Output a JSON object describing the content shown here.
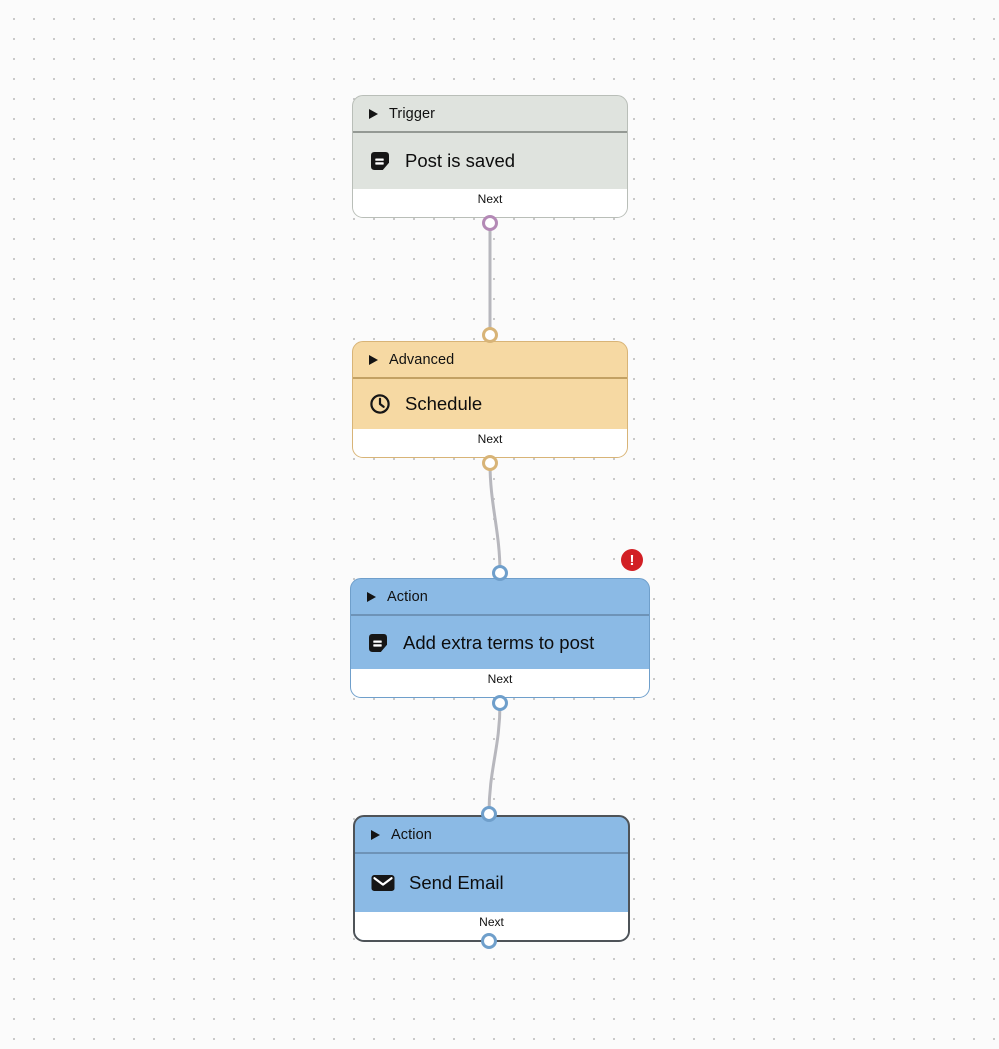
{
  "canvas": {
    "background_color": "#fbfbfb",
    "dot_color": "#c9c9c9",
    "connector_color": "#b7b7bd"
  },
  "nodes": [
    {
      "category": "Trigger",
      "title": "Post is saved",
      "footer_label": "Next",
      "header_icon": "caret-right-icon",
      "title_icon": "document-icon",
      "colors": {
        "background": "#dfe3de",
        "border": "#b9beb8",
        "divider": "#949994",
        "port": "#b48ab6"
      }
    },
    {
      "category": "Advanced",
      "title": "Schedule",
      "footer_label": "Next",
      "header_icon": "caret-right-icon",
      "title_icon": "clock-icon",
      "colors": {
        "background": "#f6d9a3",
        "border": "#d8b477",
        "divider": "#c3a163",
        "port": "#d8b477"
      }
    },
    {
      "category": "Action",
      "title": "Add extra terms to post",
      "footer_label": "Next",
      "header_icon": "caret-right-icon",
      "title_icon": "document-icon",
      "colors": {
        "background": "#8bbae5",
        "border": "#6f9fcb",
        "divider": "#6e93b7",
        "port": "#6f9fcb"
      },
      "badge": {
        "symbol": "!",
        "color": "#d21f24"
      }
    },
    {
      "category": "Action",
      "title": "Send Email",
      "footer_label": "Next",
      "header_icon": "caret-right-icon",
      "title_icon": "envelope-icon",
      "selected": true,
      "colors": {
        "background": "#8bbae5",
        "border": "#4e5358",
        "divider": "#6e93b7",
        "port": "#6f9fcb"
      }
    }
  ],
  "connections": [
    {
      "from": "Post is saved",
      "to": "Schedule"
    },
    {
      "from": "Schedule",
      "to": "Add extra terms to post"
    },
    {
      "from": "Add extra terms to post",
      "to": "Send Email"
    }
  ]
}
